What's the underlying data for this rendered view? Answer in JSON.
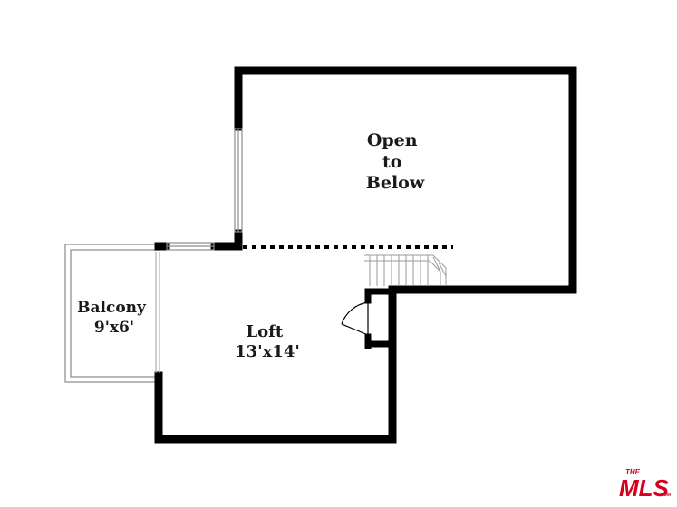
{
  "floor_plan": {
    "rooms": [
      {
        "id": "open-below",
        "lines": [
          "Open",
          "to",
          "Below"
        ]
      },
      {
        "id": "loft",
        "lines": [
          "Loft",
          "13'x14'"
        ]
      },
      {
        "id": "balcony",
        "lines": [
          "Balcony",
          "9'x6'"
        ]
      }
    ],
    "colors": {
      "wall": "#000000",
      "thin": "#9a9a9a",
      "logo": "#d6001c"
    }
  },
  "logo": {
    "small": "THE",
    "main": "MLS",
    "suffix": ".COM"
  }
}
